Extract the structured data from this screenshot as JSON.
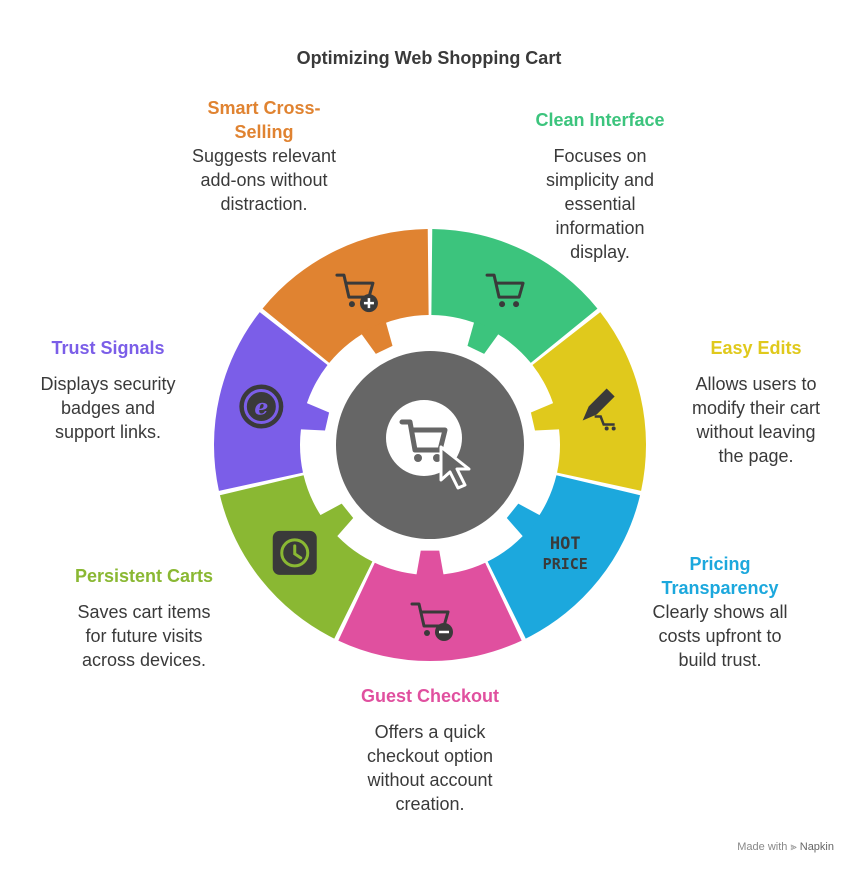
{
  "title": "Optimizing Web Shopping Cart",
  "center_icon": "cart-cursor-icon",
  "colors": {
    "background": "#ffffff",
    "center": "#666666",
    "ring_gap": "#ffffff"
  },
  "segments": [
    {
      "key": "clean-interface",
      "heading": "Clean Interface",
      "desc": "Focuses on\nsimplicity and\nessential\ninformation\ndisplay.",
      "color": "#3cc47d",
      "icon": "cart-icon"
    },
    {
      "key": "easy-edits",
      "heading": "Easy Edits",
      "desc": "Allows users to\nmodify their cart\nwithout leaving\nthe page.",
      "color": "#e0c91c",
      "icon": "pencil-cart-icon"
    },
    {
      "key": "pricing-transparency",
      "heading": "Pricing\nTransparency",
      "desc": "Clearly shows all\ncosts upfront to\nbuild trust.",
      "color": "#1ca8dd",
      "icon": "hot-price-icon",
      "icon_text": [
        "HOT",
        "PRICE"
      ]
    },
    {
      "key": "guest-checkout",
      "heading": "Guest Checkout",
      "desc": "Offers a quick\ncheckout option\nwithout account\ncreation.",
      "color": "#e0509f",
      "icon": "cart-minus-icon"
    },
    {
      "key": "persistent-carts",
      "heading": "Persistent Carts",
      "desc": "Saves cart items\nfor future visits\nacross devices.",
      "color": "#8ab833",
      "icon": "clock-icon"
    },
    {
      "key": "trust-signals",
      "heading": "Trust Signals",
      "desc": "Displays security\nbadges and\nsupport links.",
      "color": "#7b5ee8",
      "icon": "e-badge-icon"
    },
    {
      "key": "smart-cross-selling",
      "heading": "Smart Cross-\nSelling",
      "desc": "Suggests relevant\nadd-ons without\ndistraction.",
      "color": "#e08331",
      "icon": "cart-plus-icon"
    }
  ],
  "footer": {
    "prefix": "Made with",
    "brand": "Napkin"
  }
}
